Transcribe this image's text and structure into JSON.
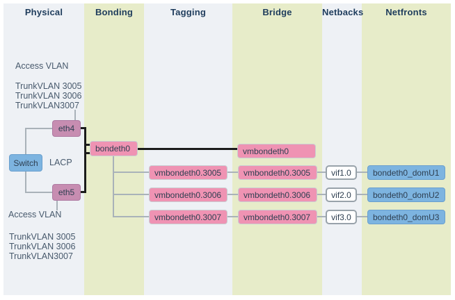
{
  "columns": [
    {
      "label": "Physical"
    },
    {
      "label": "Bonding"
    },
    {
      "label": "Tagging"
    },
    {
      "label": "Bridge"
    },
    {
      "label": "Netbacks"
    },
    {
      "label": "Netfronts"
    }
  ],
  "physical": {
    "access_vlan_top": "Access VLAN",
    "trunk_top": [
      "TrunkVLAN 3005",
      "TrunkVLAN 3006",
      "TrunkVLAN3007"
    ],
    "eth4_label": "eth4",
    "eth5_label": "eth5",
    "switch_label": "Switch",
    "lacp_label": "LACP",
    "access_vlan_bottom": "Access VLAN",
    "trunk_bottom": [
      "TrunkVLAN 3005",
      "TrunkVLAN 3006",
      "TrunkVLAN3007"
    ]
  },
  "bonding": {
    "bond_label": "bondeth0"
  },
  "bridge": {
    "vmbond_label": "vmbondeth0"
  },
  "rows": [
    {
      "tagging": "vmbondeth0.3005",
      "bridge": "vmbondeth0.3005",
      "netback": "vif1.0",
      "netfront": "bondeth0_domU1"
    },
    {
      "tagging": "vmbondeth0.3006",
      "bridge": "vmbondeth0.3006",
      "netback": "vif2.0",
      "netfront": "bondeth0_domU2"
    },
    {
      "tagging": "vmbondeth0.3007",
      "bridge": "vmbondeth0.3007",
      "netback": "vif3.0",
      "netfront": "bondeth0_domU3"
    }
  ],
  "colors": {
    "band-green": "#e7ecc9",
    "band-gray": "#eef1f5",
    "pink": "#ef93b3",
    "pink-border": "#c9ced2",
    "mauve": "#c78db1",
    "mauve-border": "#ae79a1",
    "blue": "#7db4e0",
    "blue-border": "#699fce",
    "vif-border": "#98a2aa",
    "header-text": "#1e3c5c",
    "label-text": "#47596c",
    "node-text": "#2d3e50",
    "line-gray": "#a9b2b9",
    "line-black": "#1b1b1b"
  }
}
